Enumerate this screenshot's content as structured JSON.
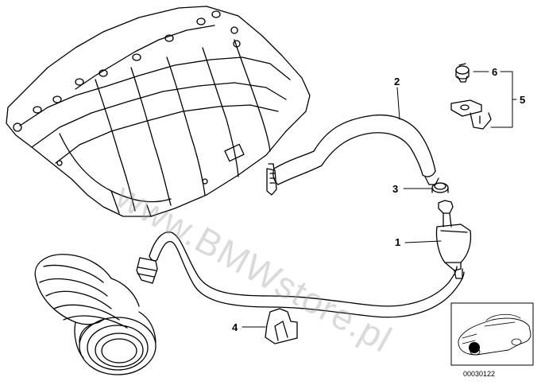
{
  "callouts": {
    "c1": "1",
    "c2": "2",
    "c3": "3",
    "c4": "4",
    "c5": "5",
    "c6": "6"
  },
  "watermark": "www.BMWstore.pl",
  "catalog_number": "00030122",
  "colors": {
    "line": "#000000",
    "background": "#ffffff",
    "watermark": "#969696",
    "marker": "#000000"
  }
}
